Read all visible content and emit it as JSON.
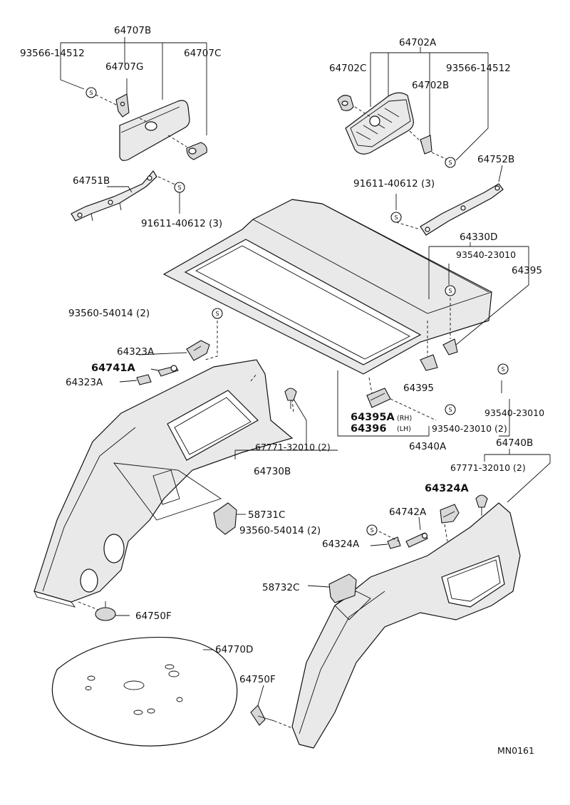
{
  "diagram_code": "MN0161",
  "s_symbol": "S",
  "labels": [
    {
      "id": "l1",
      "text": "64707B"
    },
    {
      "id": "l2",
      "text": "93566-14512"
    },
    {
      "id": "l3",
      "text": "64707G"
    },
    {
      "id": "l4",
      "text": "64707C"
    },
    {
      "id": "l5",
      "text": "64751B"
    },
    {
      "id": "l6",
      "text": "91611-40612 (3)"
    },
    {
      "id": "l7",
      "text": "64702A"
    },
    {
      "id": "l8",
      "text": "64702C"
    },
    {
      "id": "l9",
      "text": "93566-14512"
    },
    {
      "id": "l10",
      "text": "64702B"
    },
    {
      "id": "l11",
      "text": "64752B"
    },
    {
      "id": "l12",
      "text": "91611-40612 (3)"
    },
    {
      "id": "l13",
      "text": "64330D"
    },
    {
      "id": "l14",
      "text": "93540-23010"
    },
    {
      "id": "l15",
      "text": "64395"
    },
    {
      "id": "l16",
      "text": "93560-54014 (2)"
    },
    {
      "id": "l17",
      "text": "64323A"
    },
    {
      "id": "l18",
      "text": "64741A"
    },
    {
      "id": "l19",
      "text": "64323A"
    },
    {
      "id": "l20",
      "text": "64395"
    },
    {
      "id": "l21",
      "text": "93540-23010"
    },
    {
      "id": "l22",
      "text": "64395A"
    },
    {
      "id": "l23",
      "text": "(RH)"
    },
    {
      "id": "l24",
      "text": "64396"
    },
    {
      "id": "l25",
      "text": "(LH)"
    },
    {
      "id": "l26",
      "text": "93540-23010 (2)"
    },
    {
      "id": "l27",
      "text": "67771-32010 (2)"
    },
    {
      "id": "l28",
      "text": "64340A"
    },
    {
      "id": "l29",
      "text": "64740B"
    },
    {
      "id": "l30",
      "text": "64730B"
    },
    {
      "id": "l31",
      "text": "67771-32010 (2)"
    },
    {
      "id": "l32",
      "text": "64324A"
    },
    {
      "id": "l33",
      "text": "58731C"
    },
    {
      "id": "l34",
      "text": "64742A"
    },
    {
      "id": "l35",
      "text": "93560-54014 (2)"
    },
    {
      "id": "l36",
      "text": "64324A"
    },
    {
      "id": "l37",
      "text": "58732C"
    },
    {
      "id": "l38",
      "text": "64750F"
    },
    {
      "id": "l39",
      "text": "64770D"
    },
    {
      "id": "l40",
      "text": "64750F"
    }
  ]
}
